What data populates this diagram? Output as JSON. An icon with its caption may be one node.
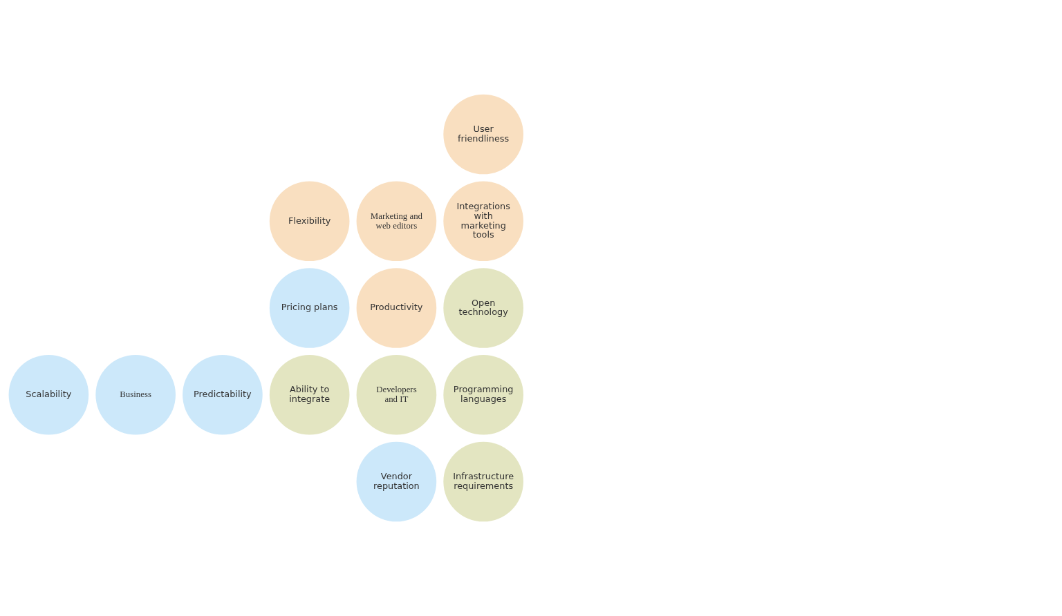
{
  "diagram": {
    "nodes": [
      {
        "text": [
          "User friendliness"
        ]
      },
      {
        "text": [
          "Flexibility"
        ]
      },
      {
        "text": [
          "Marketing and web editors"
        ]
      },
      {
        "text": [
          "Integrations with marketing tools"
        ]
      },
      {
        "text": [
          "Pricing plans"
        ]
      },
      {
        "text": [
          "Productivity"
        ]
      },
      {
        "text": [
          "Open technology"
        ]
      },
      {
        "text": [
          "Scalability"
        ]
      },
      {
        "text": [
          "Business"
        ]
      },
      {
        "text": [
          "Predictability"
        ]
      },
      {
        "text": [
          "Ability to integrate"
        ]
      },
      {
        "text": [
          "Developers and IT"
        ]
      },
      {
        "text": [
          "Programming languages"
        ]
      },
      {
        "text": [
          "Vendor reputation"
        ]
      },
      {
        "text": [
          "Infrastructure requirements"
        ]
      }
    ]
  }
}
